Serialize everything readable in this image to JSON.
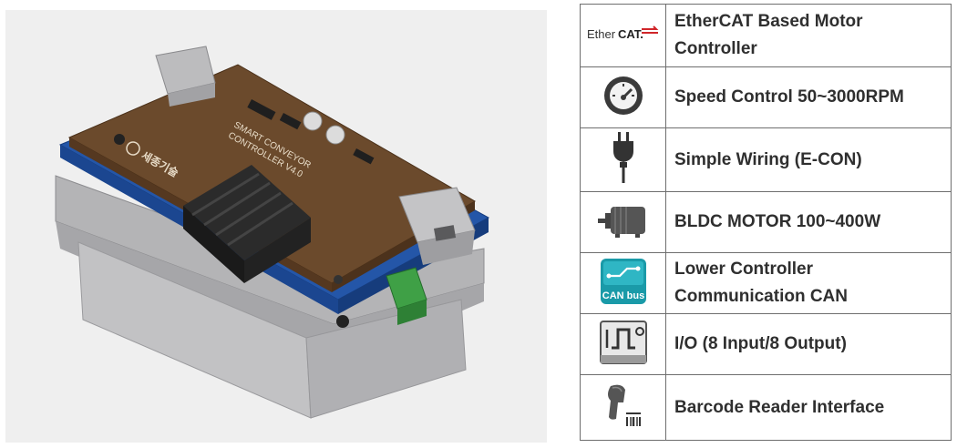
{
  "photo": {
    "icon": "conveyor-controller-board",
    "board_silkscreen_line1": "SMART CONVEYOR",
    "board_silkscreen_line2": "CONTROLLER V4.0",
    "board_logo_text": "세종기술"
  },
  "features": [
    {
      "icon": "ethercat-logo",
      "label": "EtherCAT Based Motor Controller"
    },
    {
      "icon": "speedometer-icon",
      "label": "Speed Control 50~3000RPM"
    },
    {
      "icon": "plug-icon",
      "label": "Simple Wiring (E-CON)"
    },
    {
      "icon": "motor-icon",
      "label": "BLDC MOTOR 100~400W"
    },
    {
      "icon": "canbus-icon",
      "label": "Lower Controller Communication CAN"
    },
    {
      "icon": "io-pulse-icon",
      "label": "I/O (8 Input/8 Output)"
    },
    {
      "icon": "barcode-scanner-icon",
      "label": "Barcode Reader Interface"
    }
  ],
  "logos": {
    "ethercat_prefix": "Ether",
    "ethercat_suffix": "CAT.",
    "canbus_text": "CAN bus"
  },
  "colors": {
    "pcb_brown": "#6b4a2c",
    "pcb_blue": "#2456a8",
    "base_gray": "#b9b9bb",
    "terminal_green": "#3fa046",
    "canbus_teal": "#1a9aa8",
    "ethercat_red": "#d0262a"
  }
}
